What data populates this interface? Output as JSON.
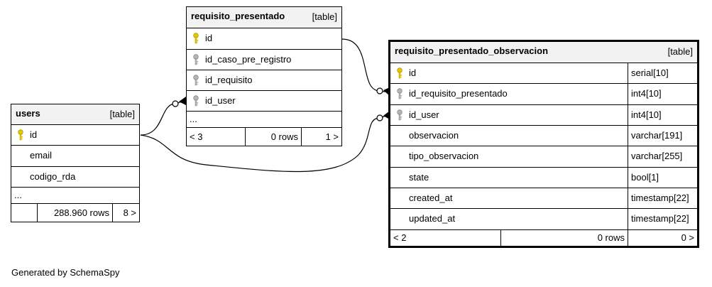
{
  "tables": {
    "users": {
      "name": "users",
      "tag": "[table]",
      "columns": [
        "id",
        "email",
        "codigo_rda"
      ],
      "more": "...",
      "footer": {
        "left": "",
        "rows": "288.960 rows",
        "right": "8 >"
      }
    },
    "requisito_presentado": {
      "name": "requisito_presentado",
      "tag": "[table]",
      "columns": [
        "id",
        "id_caso_pre_registro",
        "id_requisito",
        "id_user"
      ],
      "more": "...",
      "footer": {
        "left": "< 3",
        "rows": "0 rows",
        "right": "1 >"
      }
    },
    "observacion": {
      "name": "requisito_presentado_observacion",
      "tag": "[table]",
      "columns": [
        {
          "name": "id",
          "type": "serial[10]"
        },
        {
          "name": "id_requisito_presentado",
          "type": "int4[10]"
        },
        {
          "name": "id_user",
          "type": "int4[10]"
        },
        {
          "name": "observacion",
          "type": "varchar[191]"
        },
        {
          "name": "tipo_observacion",
          "type": "varchar[255]"
        },
        {
          "name": "state",
          "type": "bool[1]"
        },
        {
          "name": "created_at",
          "type": "timestamp[22]"
        },
        {
          "name": "updated_at",
          "type": "timestamp[22]"
        }
      ],
      "footer": {
        "left": "< 2",
        "rows": "0 rows",
        "right": "0 >"
      }
    }
  },
  "colors": {
    "primary_key": "#e6c800",
    "foreign_key": "#a9a9a9",
    "header_bg": "#f2f2f2"
  },
  "generated_by": "Generated by SchemaSpy"
}
